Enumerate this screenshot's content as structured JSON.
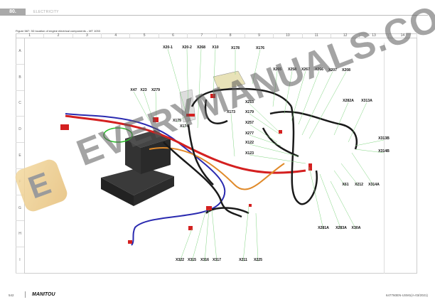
{
  "header": {
    "section_number": "80.",
    "section_title": "ELECTRICITY"
  },
  "figure": {
    "caption": "Figure 587: 3D location of engine electrical components – MT 1033",
    "columns": [
      "1",
      "2",
      "3",
      "4",
      "5",
      "6",
      "7",
      "8",
      "9",
      "10",
      "11",
      "12",
      "13",
      "14"
    ],
    "rows": [
      "A",
      "B",
      "C",
      "D",
      "E",
      "F",
      "G",
      "H",
      "I"
    ],
    "labels": [
      "X20-1",
      "X20-2",
      "X268",
      "X10",
      "X178",
      "X176",
      "X265",
      "X258",
      "X267",
      "X266",
      "X207",
      "X208",
      "X282A",
      "X313A",
      "X313B",
      "X314B",
      "X61",
      "X212",
      "X314A",
      "X281A",
      "X283A",
      "X30A",
      "X211",
      "X225",
      "X322",
      "X315",
      "X316",
      "X317",
      "X213",
      "X179",
      "X257",
      "X277",
      "X122",
      "X123",
      "X173",
      "X175",
      "X174",
      "X47",
      "X23",
      "X279"
    ]
  },
  "watermark": {
    "text": "EVERYMANUALS.COM",
    "logo_letter": "E"
  },
  "footer": {
    "page_number": "542",
    "brand": "MANITOU",
    "doc_ref": "647760EN-USM1(A-03/2021)"
  },
  "colors": {
    "harness": "#1a1a1a",
    "power_cable": "#d42020",
    "orange_cable": "#e08a2a",
    "blue_cable": "#2a2ab0",
    "leader": "#7fd47f"
  }
}
